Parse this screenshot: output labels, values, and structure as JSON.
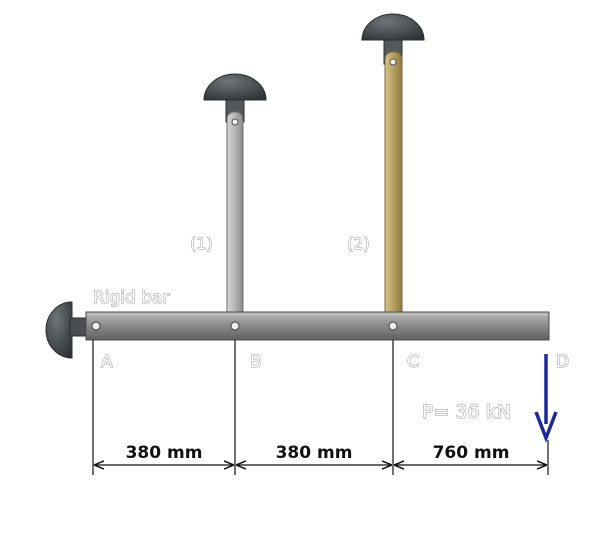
{
  "labels": {
    "rigid_bar": "Rigid bar",
    "member_1": "(1)",
    "member_2": "(2)",
    "point_a": "A",
    "point_b": "B",
    "point_c": "C",
    "point_d": "D",
    "load": "P= 36 kN"
  },
  "dimensions": {
    "ab": "380 mm",
    "bc": "380 mm",
    "cd": "760 mm"
  },
  "colors": {
    "bar": "#8a8a8a",
    "member_1": "#b8b8b8",
    "member_2": "#b7a46c",
    "support": "#3f4346",
    "load_arrow": "#1d2a9a"
  }
}
